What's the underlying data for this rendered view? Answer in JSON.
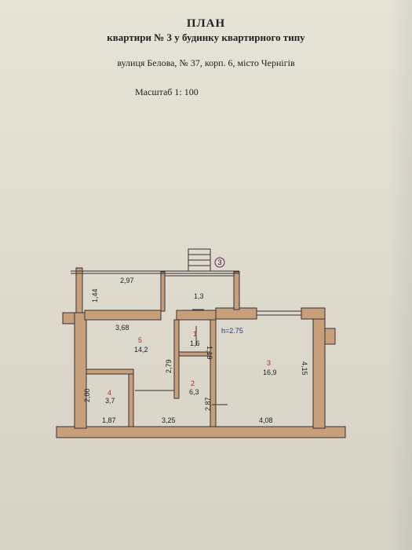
{
  "header": {
    "title": "ПЛАН",
    "subtitle": "квартири  № 3 у будинку квартирного типу",
    "address": "вулиця  Белова, № 37, корп. 6, місто Чернігів",
    "scale": "Масштаб 1: 100"
  },
  "plan": {
    "colors": {
      "wall": "#c79f7b",
      "wall_edge": "#3a3030",
      "room_number": "#b23030",
      "height_label": "#1e3a8a"
    },
    "stair_marker": "3",
    "ceiling_height": "h=2.75",
    "rooms": [
      {
        "number": "",
        "area": "1,3"
      },
      {
        "number": "1",
        "area": "1,6"
      },
      {
        "number": "2",
        "area": "6,3"
      },
      {
        "number": "3",
        "area": "16,9"
      },
      {
        "number": "4",
        "area": "3,7"
      },
      {
        "number": "5",
        "area": "14,2"
      }
    ],
    "dimensions": {
      "balcony_width": "2,97",
      "balcony_depth": "1,44",
      "living_width": "3,68",
      "living_depth": "2,79",
      "bath_depth": "1,19",
      "storage_width": "2,00",
      "storage_depth": "1,87",
      "hall_width": "3,25",
      "hall_depth": "2,87",
      "room3_width": "4,08",
      "room3_depth": "4,15"
    }
  }
}
